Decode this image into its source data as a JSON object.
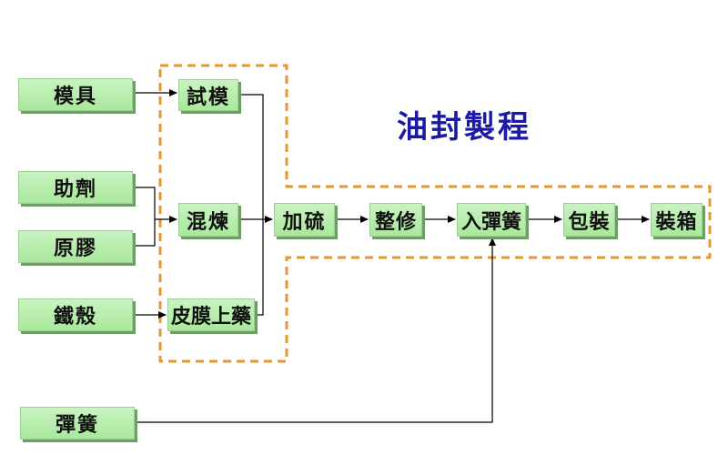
{
  "title": "油封製程",
  "colors": {
    "title": "#1a1aa6",
    "box_fill": "#b4ecaa",
    "arrow": "#000000",
    "dashed_outline": "#e8952e"
  },
  "nodes": {
    "mold": "模具",
    "additive": "助劑",
    "raw_rubber": "原膠",
    "iron_shell": "鐵殼",
    "spring": "彈簧",
    "trial_mold": "試模",
    "mixing": "混煉",
    "film_coating": "皮膜上藥",
    "vulcanize": "加硫",
    "trimming": "整修",
    "insert_spring": "入彈簧",
    "packaging": "包裝",
    "boxing": "裝箱"
  }
}
